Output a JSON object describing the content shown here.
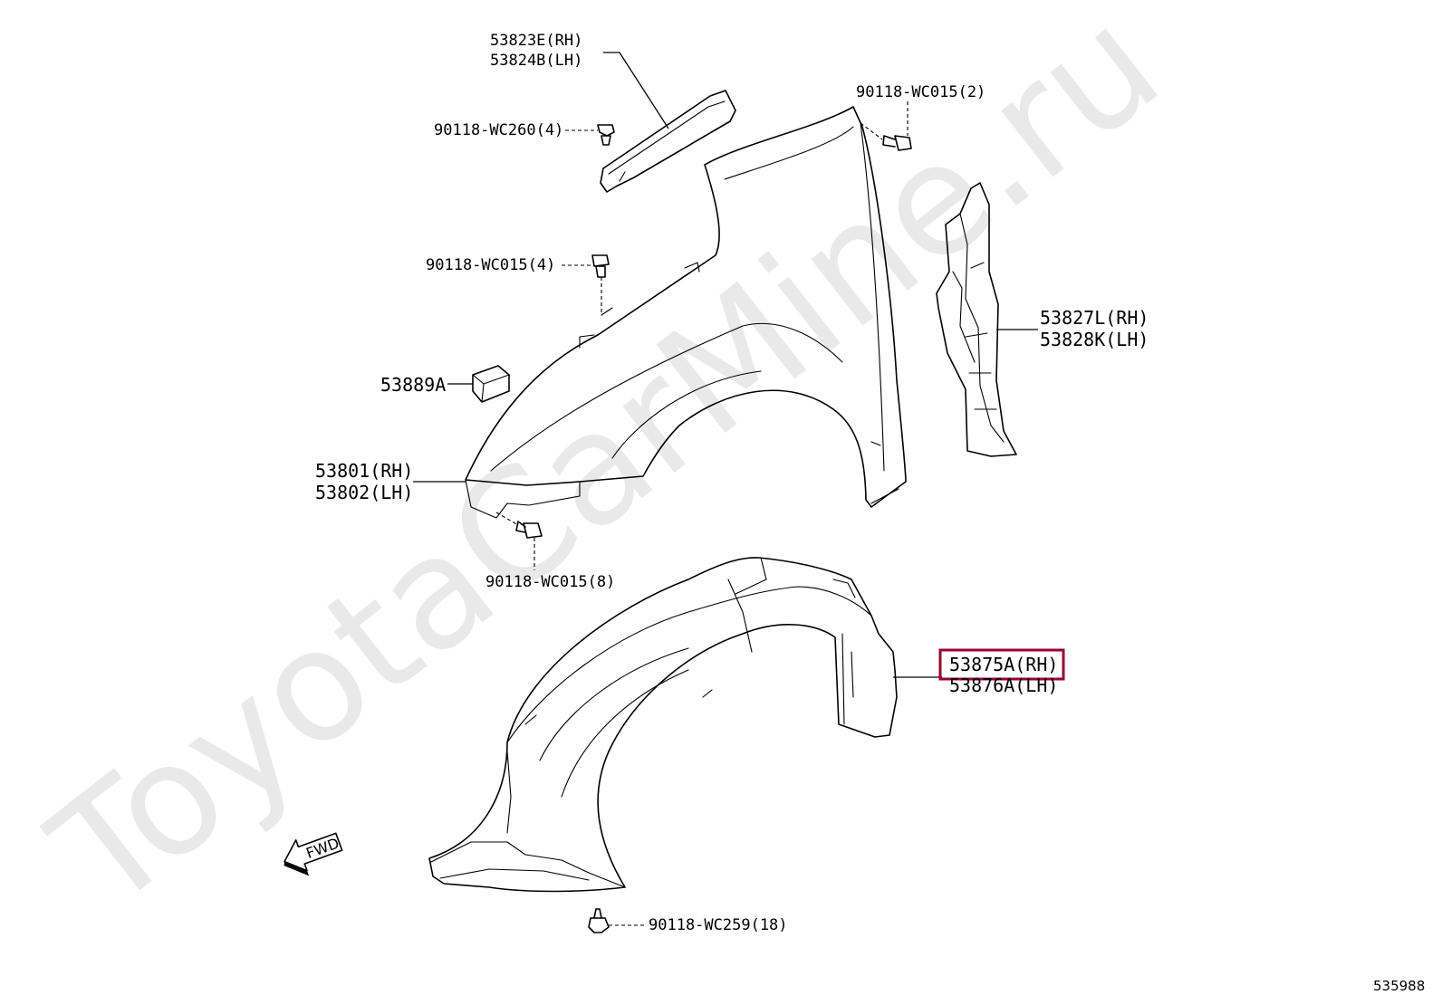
{
  "watermark": "ToyotaCarMine.ru",
  "image_number": "535988",
  "direction_marker": "FWD",
  "highlight_color": "#990033",
  "labels": {
    "cowl_seal_rh": "53823E(RH)",
    "cowl_seal_lh": "53824B(LH)",
    "clip_wc260": "90118-WC260(4)",
    "bolt_wc015_2": "90118-WC015(2)",
    "bolt_wc015_4": "90118-WC015(4)",
    "pillar_seal_rh": "53827L(RH)",
    "pillar_seal_lh": "53828K(LH)",
    "spacer": "53889A",
    "fender_rh": "53801(RH)",
    "fender_lh": "53802(LH)",
    "bolt_wc015_8": "90118-WC015(8)",
    "liner_rh": "53875A(RH)",
    "liner_lh": "53876A(LH)",
    "clip_wc259": "90118-WC259(18)"
  }
}
